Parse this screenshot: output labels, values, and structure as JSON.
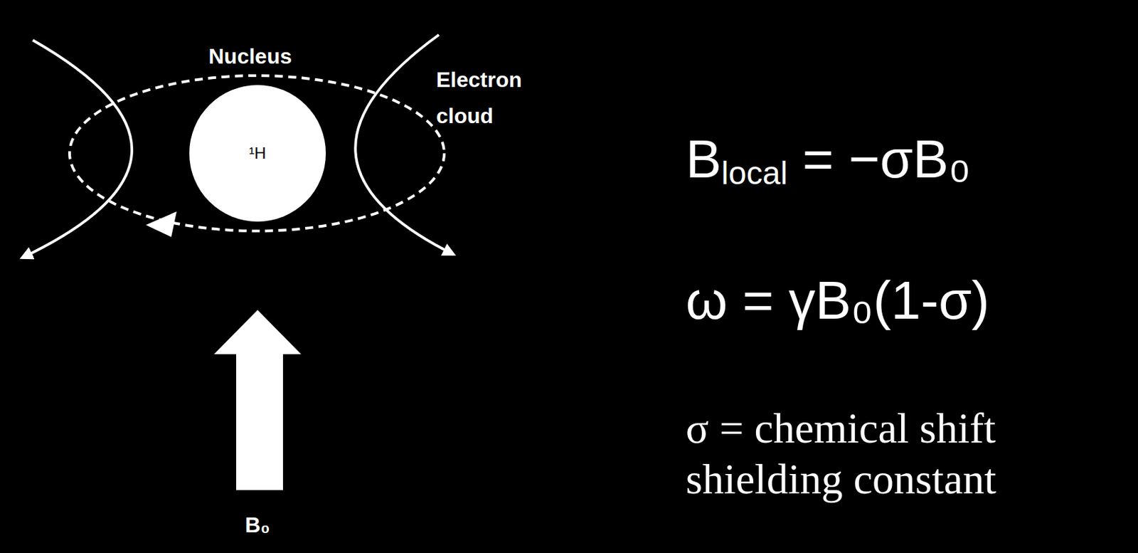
{
  "diagram": {
    "nodes": [
      {
        "text": [
          "¹H"
        ]
      }
    ],
    "labels": [
      "Nucleus",
      "Electron cloud",
      "B₀",
      "B",
      "local",
      "= −σB₀",
      "ω = γB₀(1-σ)",
      "σ = chemical shift shielding constant"
    ]
  }
}
